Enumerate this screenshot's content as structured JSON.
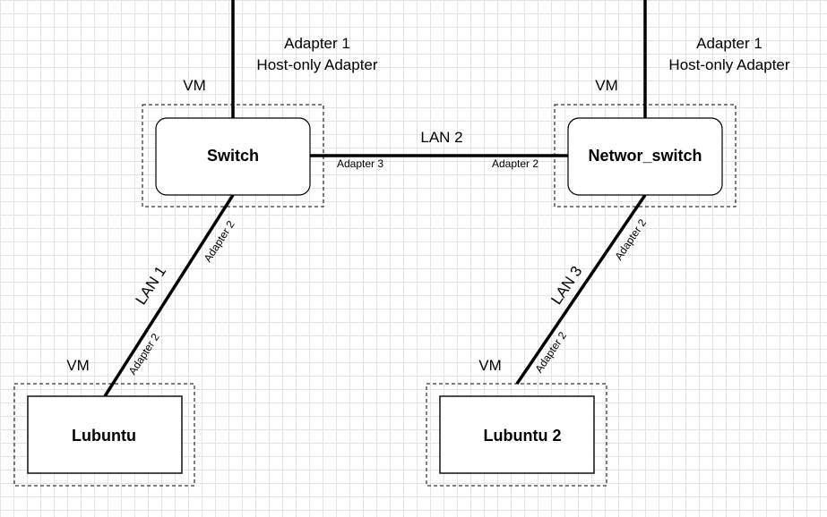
{
  "diagram": {
    "colors": {
      "grid": "#e3e3e3",
      "stroke": "#000000",
      "background": "#ffffff"
    },
    "nodes": {
      "switch": {
        "label": "Switch",
        "vm_label": "VM"
      },
      "network_switch": {
        "label": "Networ_switch",
        "vm_label": "VM"
      },
      "lubuntu": {
        "label": "Lubuntu",
        "vm_label": "VM"
      },
      "lubuntu2": {
        "label": "Lubuntu 2",
        "vm_label": "VM"
      }
    },
    "uplinks": {
      "switch": {
        "adapter": "Adapter 1",
        "type": "Host-only Adapter"
      },
      "network_switch": {
        "adapter": "Adapter 1",
        "type": "Host-only Adapter"
      }
    },
    "links": {
      "lan1": {
        "label": "LAN 1",
        "adapter_top": "Adapter 2",
        "adapter_bottom": "Adapter 2"
      },
      "lan2": {
        "label": "LAN 2",
        "adapter_left": "Adapter 3",
        "adapter_right": "Adapter 2"
      },
      "lan3": {
        "label": "LAN 3",
        "adapter_top": "Adapter 2",
        "adapter_bottom": "Adapter 2"
      }
    }
  }
}
